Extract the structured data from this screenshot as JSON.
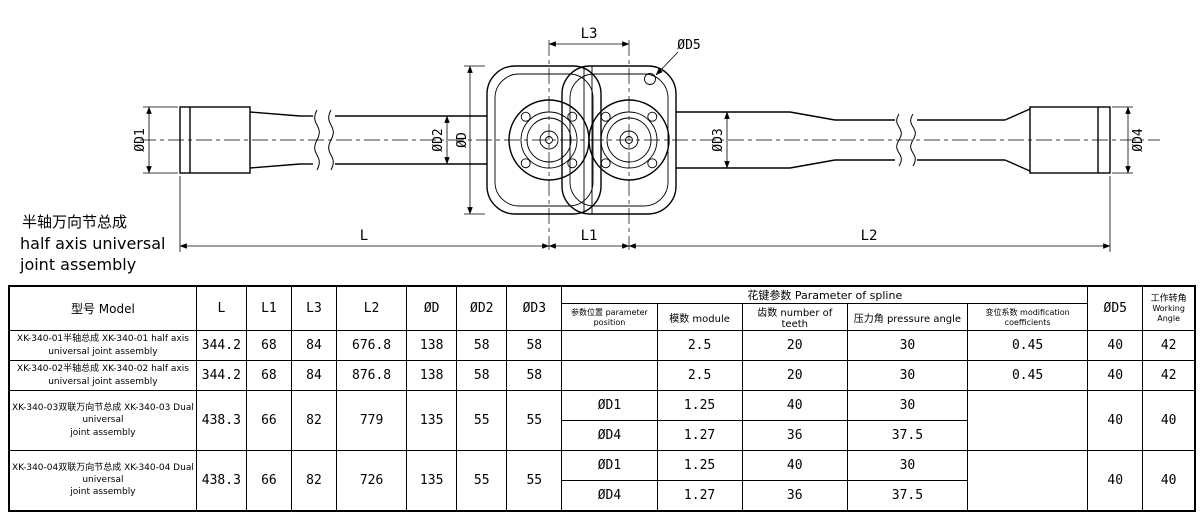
{
  "drawing": {
    "title_cn": "半轴万向节总成",
    "title_en1": "half axis universal",
    "title_en2": "joint assembly",
    "dims": {
      "L": "L",
      "L1": "L1",
      "L2": "L2",
      "L3": "L3",
      "D1": "ØD1",
      "D2": "ØD2",
      "D": "ØD",
      "D3": "ØD3",
      "D4": "ØD4",
      "D5": "ØD5"
    }
  },
  "table": {
    "headers": {
      "model": "型号 Model",
      "L": "L",
      "L1": "L1",
      "L3": "L3",
      "L2": "L2",
      "D": "ØD",
      "D2": "ØD2",
      "D3": "ØD3",
      "spline_group": "花键参数 Parameter of spline",
      "param_position": "参数位置 parameter position",
      "module": "模数 module",
      "teeth": "齿数 number of teeth",
      "pressure_angle": "压力角 pressure angle",
      "mod_coeff": "变位系数 modification coefficients",
      "D5": "ØD5",
      "working_angle_cn": "工作转角",
      "working_angle_en": "Working Angle"
    },
    "rows": [
      {
        "model_line1": "XK-340-01半轴总成 XK-340-01 half axis",
        "model_line2": "universal joint assembly",
        "L": "344.2",
        "L1": "68",
        "L3": "84",
        "L2": "676.8",
        "D": "138",
        "D2": "58",
        "D3": "58",
        "param_position": "",
        "module": "2.5",
        "teeth": "20",
        "pressure_angle": "30",
        "mod_coeff": "0.45",
        "D5": "40",
        "working_angle": "42"
      },
      {
        "model_line1": "XK-340-02半轴总成 XK-340-02 half axis",
        "model_line2": "universal joint assembly",
        "L": "344.2",
        "L1": "68",
        "L3": "84",
        "L2": "876.8",
        "D": "138",
        "D2": "58",
        "D3": "58",
        "param_position": "",
        "module": "2.5",
        "teeth": "20",
        "pressure_angle": "30",
        "mod_coeff": "0.45",
        "D5": "40",
        "working_angle": "42"
      },
      {
        "model_line1": "XK-340-03双联万向节总成 XK-340-03 Dual universal",
        "model_line2": "joint assembly",
        "L": "438.3",
        "L1": "66",
        "L3": "82",
        "L2": "779",
        "D": "135",
        "D2": "55",
        "D3": "55",
        "spline_rows": [
          {
            "param_position": "ØD1",
            "module": "1.25",
            "teeth": "40",
            "pressure_angle": "30"
          },
          {
            "param_position": "ØD4",
            "module": "1.27",
            "teeth": "36",
            "pressure_angle": "37.5"
          }
        ],
        "mod_coeff": "",
        "D5": "40",
        "working_angle": "40"
      },
      {
        "model_line1": "XK-340-04双联万向节总成 XK-340-04 Dual universal",
        "model_line2": "joint assembly",
        "L": "438.3",
        "L1": "66",
        "L3": "82",
        "L2": "726",
        "D": "135",
        "D2": "55",
        "D3": "55",
        "spline_rows": [
          {
            "param_position": "ØD1",
            "module": "1.25",
            "teeth": "40",
            "pressure_angle": "30"
          },
          {
            "param_position": "ØD4",
            "module": "1.27",
            "teeth": "36",
            "pressure_angle": "37.5"
          }
        ],
        "mod_coeff": "",
        "D5": "40",
        "working_angle": "40"
      }
    ]
  }
}
